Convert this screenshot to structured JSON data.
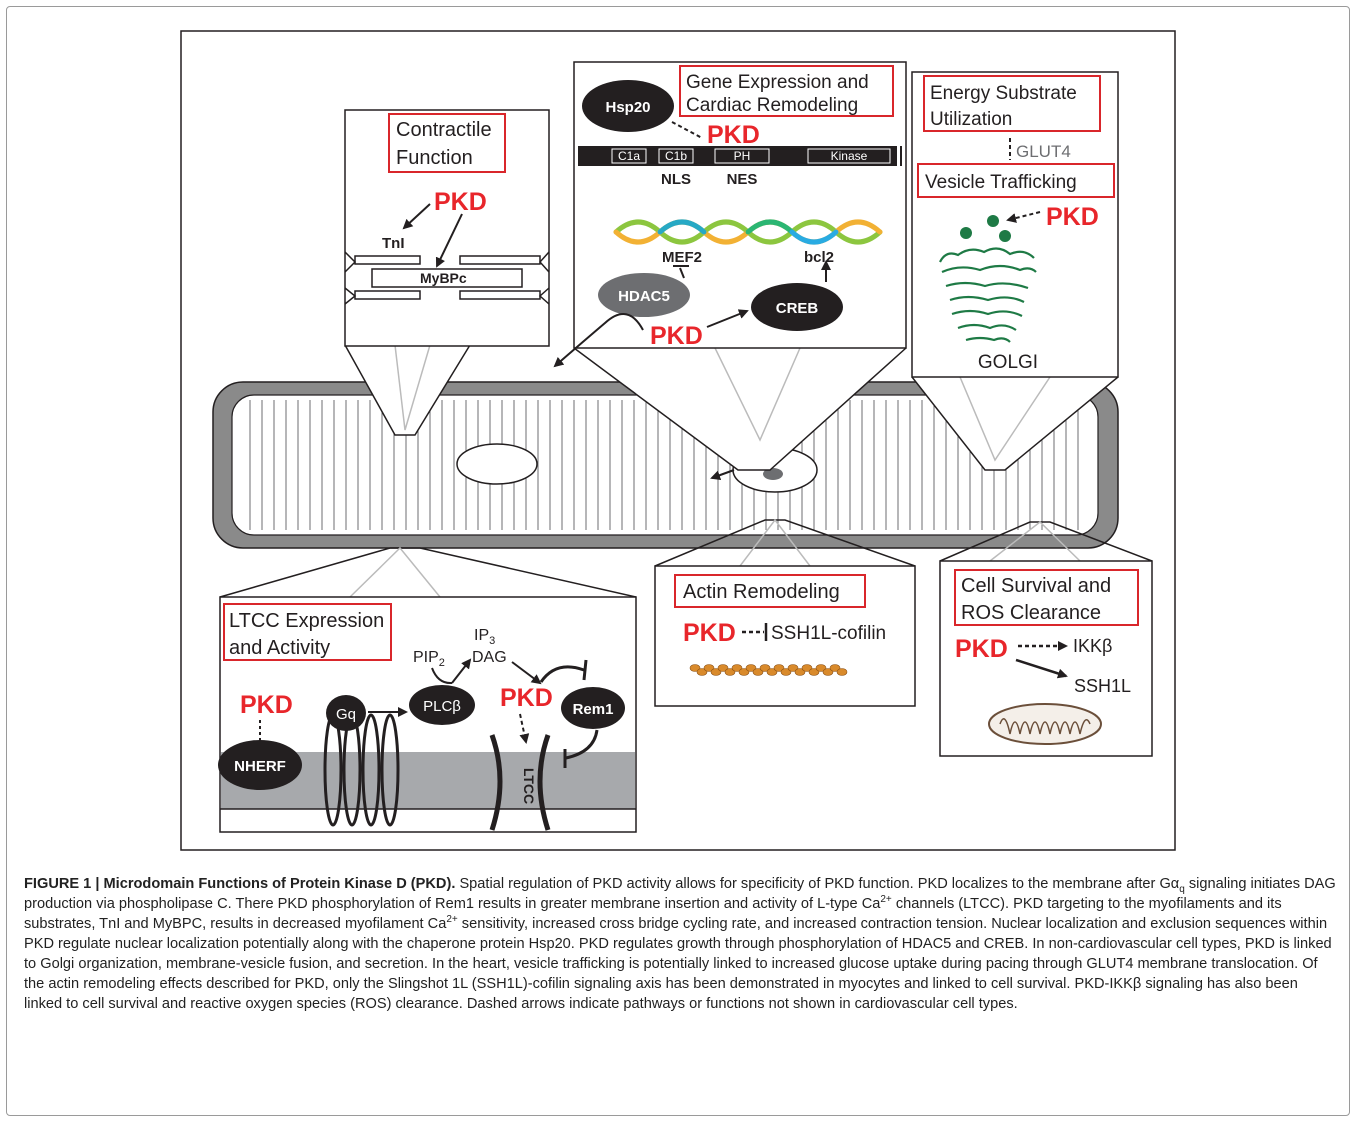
{
  "panels": {
    "contractile": {
      "title_line1": "Contractile",
      "title_line2": "Function",
      "pkd": "PKD",
      "tni": "TnI",
      "mybpc": "MyBPc"
    },
    "gene": {
      "title_line1": "Gene Expression and",
      "title_line2": "Cardiac Remodeling",
      "hsp20": "Hsp20",
      "pkd_top": "PKD",
      "domains": [
        "C1a",
        "C1b",
        "PH",
        "Kinase"
      ],
      "nls": "NLS",
      "nes": "NES",
      "mef2": "MEF2",
      "bcl2": "bcl2",
      "hdac5": "HDAC5",
      "creb": "CREB",
      "pkd_bottom": "PKD"
    },
    "energy": {
      "title_line1": "Energy Substrate",
      "title_line2": "Utilization",
      "glut4": "GLUT4",
      "vesicle_title": "Vesicle Trafficking",
      "pkd": "PKD",
      "golgi": "GOLGI"
    },
    "ltcc": {
      "title_line1": "LTCC Expression",
      "title_line2": "and Activity",
      "pkd_left": "PKD",
      "nherf": "NHERF",
      "gq": "Gq",
      "plc": "PLCβ",
      "pip": "PIP",
      "pip_sub": "2",
      "ip": "IP",
      "ip_sub": "3",
      "dag": "DAG",
      "pkd_right": "PKD",
      "rem1": "Rem1",
      "ltcc": "LTCC"
    },
    "actin": {
      "title": "Actin Remodeling",
      "pkd": "PKD",
      "target": "SSH1L-cofilin"
    },
    "survival": {
      "title_line1": "Cell Survival and",
      "title_line2": "ROS Clearance",
      "pkd": "PKD",
      "ikk": "IKKβ",
      "ssh1l": "SSH1L"
    }
  },
  "colors": {
    "pkd_red": "#e8262b",
    "title_box": "#d9262b",
    "dark": "#231f20",
    "hdac_gray": "#6d6e71",
    "membrane": "#a7a9ac",
    "cell_gray": "#8a8a8a",
    "golgi_green": "#1e7a45",
    "actin_orange": "#d98a2b"
  },
  "caption": {
    "label": "FIGURE 1 | Microdomain Functions of Protein Kinase D (PKD).",
    "s1": " Spatial regulation of PKD activity allows for specificity of PKD function. PKD localizes to the membrane after Gα",
    "s1_sub": "q",
    "s2": " signaling initiates DAG production via phospholipase C. There PKD phosphorylation of Rem1 results in greater membrane insertion and activity of L-type Ca",
    "s2_sup": "2+",
    "s3": " channels (LTCC). PKD targeting to the myofilaments and its substrates, TnI and MyBPC, results in decreased myofilament Ca",
    "s3_sup": "2+",
    "s4": " sensitivity, increased cross bridge cycling rate, and increased contraction tension. Nuclear localization and exclusion sequences within PKD regulate nuclear localization potentially along with the chaperone protein Hsp20. PKD regulates growth through phosphorylation of HDAC5 and CREB. In non-cardiovascular cell types, PKD is linked to Golgi organization, membrane-vesicle fusion, and secretion. In the heart, vesicle trafficking is potentially linked to increased glucose uptake during pacing through GLUT4 membrane translocation. Of the actin remodeling effects described for PKD, only the Slingshot 1L (SSH1L)-cofilin signaling axis has been demonstrated in myocytes and linked to cell survival. PKD-IKKβ signaling has also been linked to cell survival and reactive oxygen species (ROS) clearance. Dashed arrows indicate pathways or functions not shown in cardiovascular cell types."
  }
}
